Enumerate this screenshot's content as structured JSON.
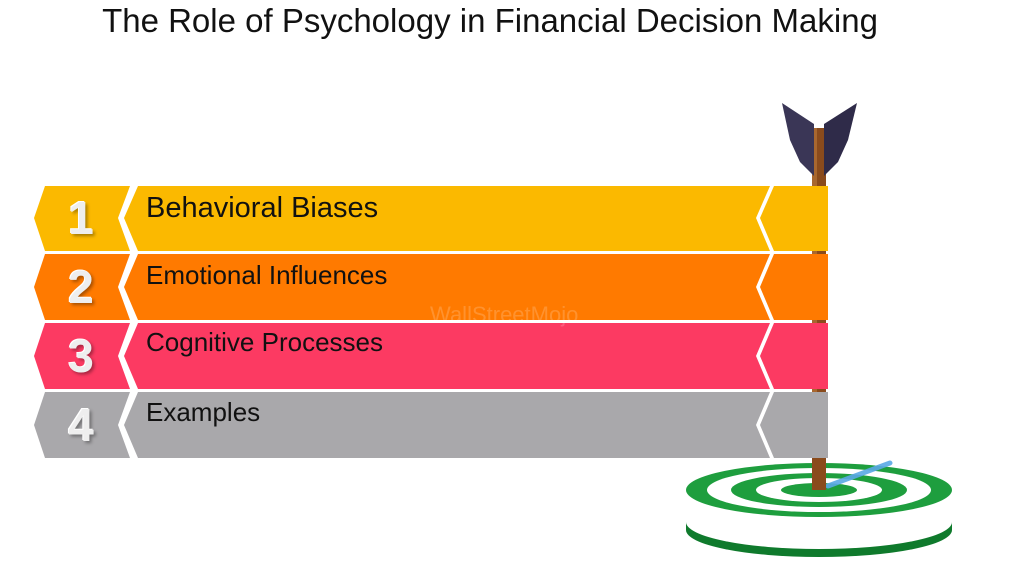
{
  "title": "The Role of Psychology in Financial Decision Making",
  "items": [
    {
      "number": "1",
      "label": "Behavioral Biases",
      "color": "#fbb900"
    },
    {
      "number": "2",
      "label": "Emotional Influences",
      "color": "#ff7a00"
    },
    {
      "number": "3",
      "label": "Cognitive Processes",
      "color": "#fc3a62"
    },
    {
      "number": "4",
      "label": "Examples",
      "color": "#a9a8ab"
    }
  ],
  "target": {
    "ring_color": "#1e9e3e",
    "base_color": "#0f7a2c",
    "arrow_shaft_color": "#8a4b1c",
    "fletching_color": "#3a3656"
  },
  "watermark": "WallStreetMojo"
}
